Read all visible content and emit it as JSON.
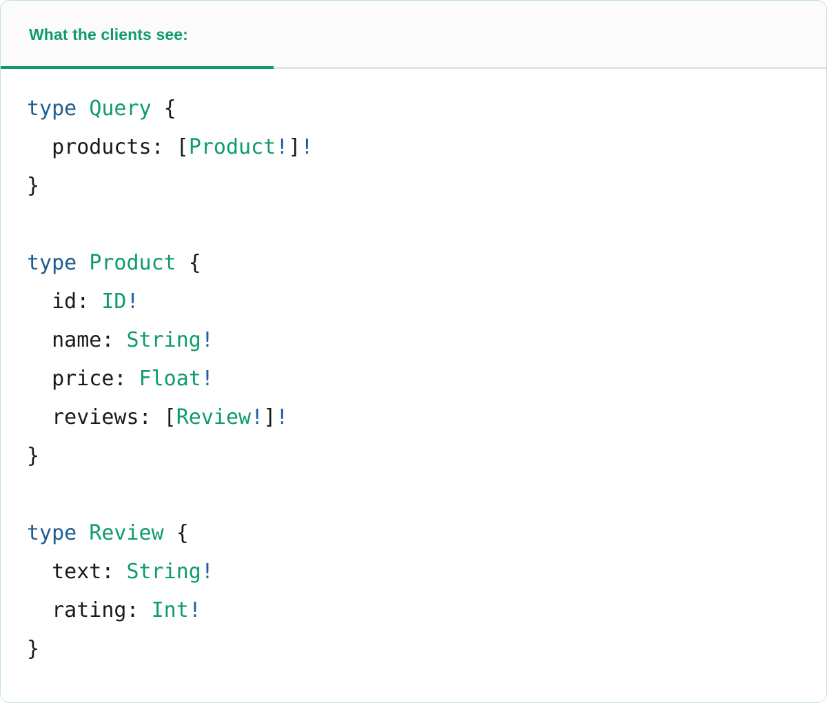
{
  "card": {
    "border_color": "#bfe3d3",
    "background": "#ffffff"
  },
  "header": {
    "background": "#fbfbfb",
    "divider_color": "#e3e3e5",
    "tabs": [
      {
        "id": "clients-view",
        "label": "What the clients see:",
        "active": true,
        "accent_color": "#0e9b6e"
      }
    ]
  },
  "code": {
    "language": "graphql",
    "colors": {
      "keyword": "#205c8f",
      "type_name": "#0e9b6e",
      "punctuation": "#1a1a1a",
      "field_name": "#1a1a1a",
      "non_null": "#1d5fa8",
      "background": "#ffffff"
    },
    "raw": "type Query {\n  products: [Product!]!\n}\n\ntype Product {\n  id: ID!\n  name: String!\n  price: Float!\n  reviews: [Review!]!\n}\n\ntype Review {\n  text: String!\n  rating: Int!\n}",
    "lines": [
      {
        "n": 1,
        "segments": [
          {
            "t": "type",
            "c": "kw"
          },
          {
            "t": " ",
            "c": "punct"
          },
          {
            "t": "Query",
            "c": "type"
          },
          {
            "t": " {",
            "c": "punct"
          }
        ]
      },
      {
        "n": 2,
        "segments": [
          {
            "t": "  ",
            "c": "punct"
          },
          {
            "t": "products",
            "c": "field"
          },
          {
            "t": ": [",
            "c": "punct"
          },
          {
            "t": "Product",
            "c": "type"
          },
          {
            "t": "!",
            "c": "bang"
          },
          {
            "t": "]",
            "c": "punct"
          },
          {
            "t": "!",
            "c": "bang"
          }
        ]
      },
      {
        "n": 3,
        "segments": [
          {
            "t": "}",
            "c": "punct"
          }
        ]
      },
      {
        "n": 4,
        "segments": []
      },
      {
        "n": 5,
        "segments": [
          {
            "t": "type",
            "c": "kw"
          },
          {
            "t": " ",
            "c": "punct"
          },
          {
            "t": "Product",
            "c": "type"
          },
          {
            "t": " {",
            "c": "punct"
          }
        ]
      },
      {
        "n": 6,
        "segments": [
          {
            "t": "  ",
            "c": "punct"
          },
          {
            "t": "id",
            "c": "field"
          },
          {
            "t": ": ",
            "c": "punct"
          },
          {
            "t": "ID",
            "c": "type"
          },
          {
            "t": "!",
            "c": "bang"
          }
        ]
      },
      {
        "n": 7,
        "segments": [
          {
            "t": "  ",
            "c": "punct"
          },
          {
            "t": "name",
            "c": "field"
          },
          {
            "t": ": ",
            "c": "punct"
          },
          {
            "t": "String",
            "c": "type"
          },
          {
            "t": "!",
            "c": "bang"
          }
        ]
      },
      {
        "n": 8,
        "segments": [
          {
            "t": "  ",
            "c": "punct"
          },
          {
            "t": "price",
            "c": "field"
          },
          {
            "t": ": ",
            "c": "punct"
          },
          {
            "t": "Float",
            "c": "type"
          },
          {
            "t": "!",
            "c": "bang"
          }
        ]
      },
      {
        "n": 9,
        "segments": [
          {
            "t": "  ",
            "c": "punct"
          },
          {
            "t": "reviews",
            "c": "field"
          },
          {
            "t": ": [",
            "c": "punct"
          },
          {
            "t": "Review",
            "c": "type"
          },
          {
            "t": "!",
            "c": "bang"
          },
          {
            "t": "]",
            "c": "punct"
          },
          {
            "t": "!",
            "c": "bang"
          }
        ]
      },
      {
        "n": 10,
        "segments": [
          {
            "t": "}",
            "c": "punct"
          }
        ]
      },
      {
        "n": 11,
        "segments": []
      },
      {
        "n": 12,
        "segments": [
          {
            "t": "type",
            "c": "kw"
          },
          {
            "t": " ",
            "c": "punct"
          },
          {
            "t": "Review",
            "c": "type"
          },
          {
            "t": " {",
            "c": "punct"
          }
        ]
      },
      {
        "n": 13,
        "segments": [
          {
            "t": "  ",
            "c": "punct"
          },
          {
            "t": "text",
            "c": "field"
          },
          {
            "t": ": ",
            "c": "punct"
          },
          {
            "t": "String",
            "c": "type"
          },
          {
            "t": "!",
            "c": "bang"
          }
        ]
      },
      {
        "n": 14,
        "segments": [
          {
            "t": "  ",
            "c": "punct"
          },
          {
            "t": "rating",
            "c": "field"
          },
          {
            "t": ": ",
            "c": "punct"
          },
          {
            "t": "Int",
            "c": "type"
          },
          {
            "t": "!",
            "c": "bang"
          }
        ]
      },
      {
        "n": 15,
        "segments": [
          {
            "t": "}",
            "c": "punct"
          }
        ]
      }
    ]
  }
}
